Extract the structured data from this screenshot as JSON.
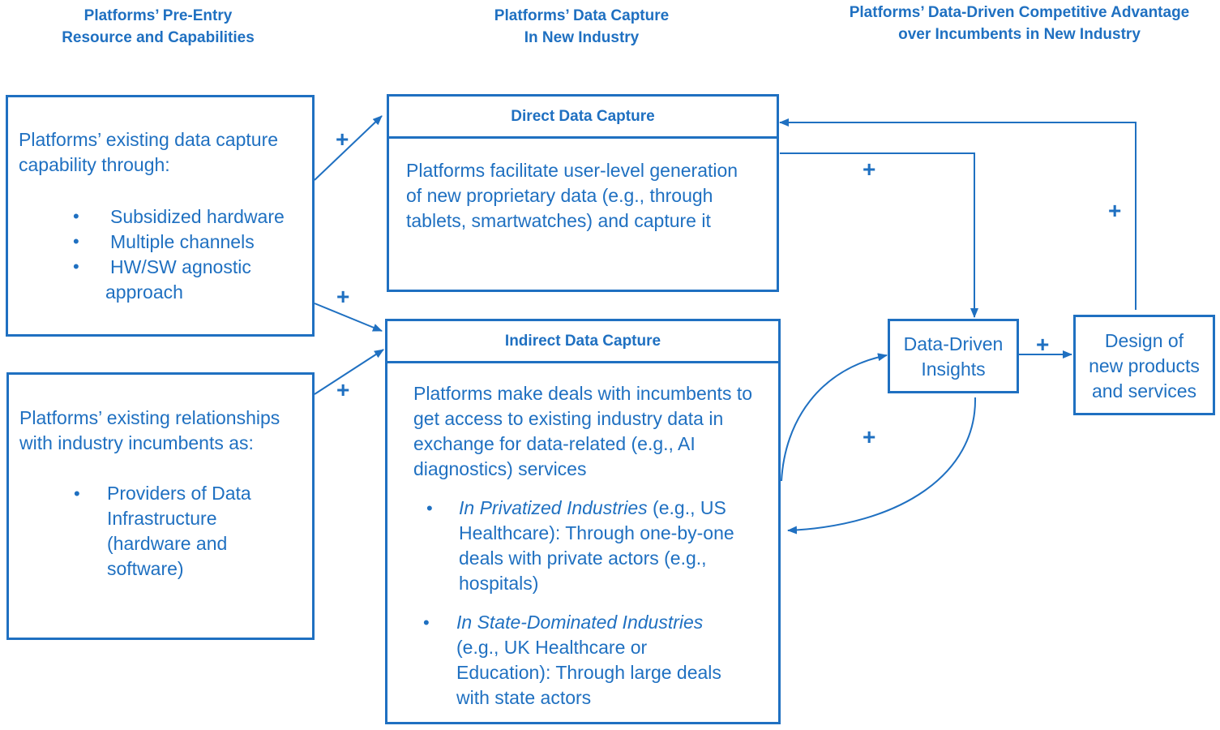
{
  "headers": {
    "col1": [
      "Platforms’ Pre-Entry",
      "Resource and Capabilities"
    ],
    "col2": [
      "Platforms’ Data Capture",
      "In New Industry"
    ],
    "col3": [
      "Platforms’ Data-Driven Competitive Advantage",
      "over Incumbents in New Industry"
    ]
  },
  "left_top": {
    "lines": [
      "Platforms’ existing data capture",
      "capability through:"
    ],
    "bullets": [
      "Subsidized hardware",
      "Multiple channels",
      "HW/SW agnostic",
      "approach"
    ]
  },
  "left_bottom": {
    "lines": [
      "Platforms’ existing relationships",
      "with industry incumbents as:"
    ],
    "bullet_lines": [
      "Providers of Data",
      "Infrastructure",
      "(hardware and",
      "software)"
    ]
  },
  "direct": {
    "title": "Direct Data Capture",
    "lines": [
      "Platforms facilitate user-level generation",
      "of new proprietary data (e.g., through",
      "tablets, smartwatches) and capture it"
    ]
  },
  "indirect": {
    "title": "Indirect Data Capture",
    "lines": [
      "Platforms make deals with incumbents to",
      "get access to existing industry data in",
      "exchange for data-related (e.g., AI",
      "diagnostics) services"
    ],
    "b1_italic": "In Privatized Industries",
    "b1_rest": " (e.g., US",
    "b1_lines": [
      "Healthcare): Through one-by-one",
      "deals with private actors (e.g.,",
      "hospitals)"
    ],
    "b2_italic": "In State-Dominated Industries",
    "b2_lines": [
      "(e.g., UK Healthcare or",
      "Education): Through large deals",
      "with state actors"
    ]
  },
  "insights": {
    "lines": [
      "Data-Driven",
      "Insights"
    ]
  },
  "design": {
    "lines": [
      "Design of",
      "new products",
      "and services"
    ]
  },
  "bullet_char": "•",
  "plus_sign": "+"
}
